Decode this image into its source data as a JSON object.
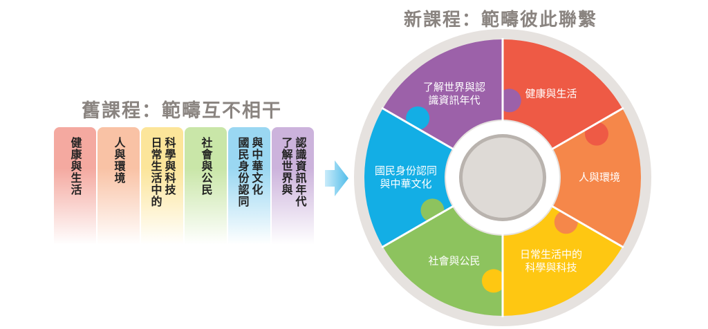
{
  "old": {
    "title": "舊課程：範疇互不相干",
    "columns": [
      {
        "lines": [
          "健康與生活"
        ],
        "color": "#f4a9a0"
      },
      {
        "lines": [
          "人與環境"
        ],
        "color": "#f9c2a5"
      },
      {
        "lines": [
          "科學與科技",
          "日常生活中的"
        ],
        "color": "#fce59a"
      },
      {
        "lines": [
          "社會與公民"
        ],
        "color": "#c9e6a8"
      },
      {
        "lines": [
          "與中華文化",
          "國民身份認同"
        ],
        "color": "#9ad7f2"
      },
      {
        "lines": [
          "認識資訊年代",
          "了解世界與"
        ],
        "color": "#ccb3dc"
      }
    ]
  },
  "new": {
    "title": "新課程：範疇彼此聯繫",
    "segments": [
      {
        "lines": [
          "健康與生活"
        ],
        "color": "#ee5a45"
      },
      {
        "lines": [
          "人與環境"
        ],
        "color": "#f5874a"
      },
      {
        "lines": [
          "日常生活中的",
          "科學與科技"
        ],
        "color": "#fec712"
      },
      {
        "lines": [
          "社會與公民"
        ],
        "color": "#8dc35e"
      },
      {
        "lines": [
          "國民身份認同",
          "與中華文化"
        ],
        "color": "#13aee5"
      },
      {
        "lines": [
          "了解世界與認",
          "識資訊年代"
        ],
        "color": "#9c61a9"
      }
    ]
  },
  "colors": {
    "ring": "#e6e2df",
    "center": "#dedad6",
    "title": "#8a8480",
    "arrow": "#7ecbef"
  }
}
